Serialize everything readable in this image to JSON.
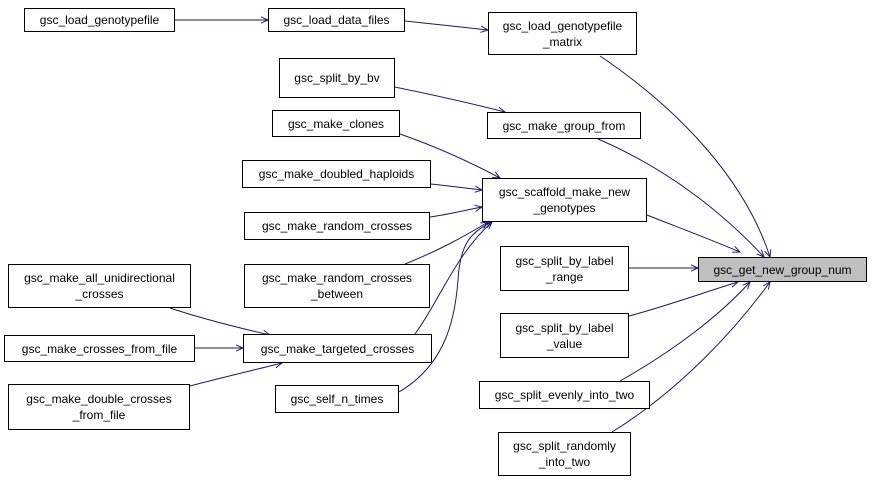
{
  "graph": {
    "edge_color": "#191970",
    "target_fill": "#bfbfbf",
    "nodes": {
      "get_new_group_num": "gsc_get_new_group_num",
      "load_genotypefile": "gsc_load_genotypefile",
      "load_data_files": "gsc_load_data_files",
      "load_genotypefile_matrix": "gsc_load_genotypefile\n_matrix",
      "split_by_bv": "gsc_split_by_bv",
      "make_group_from": "gsc_make_group_from",
      "make_clones": "gsc_make_clones",
      "make_doubled_haploids": "gsc_make_doubled_haploids",
      "make_random_crosses": "gsc_make_random_crosses",
      "scaffold_make_new_genotypes": "gsc_scaffold_make_new\n_genotypes",
      "make_random_crosses_between": "gsc_make_random_crosses\n_between",
      "make_all_unidirectional_crosses": "gsc_make_all_unidirectional\n_crosses",
      "make_crosses_from_file": "gsc_make_crosses_from_file",
      "make_targeted_crosses": "gsc_make_targeted_crosses",
      "make_double_crosses_from_file": "gsc_make_double_crosses\n_from_file",
      "self_n_times": "gsc_self_n_times",
      "split_by_label_range": "gsc_split_by_label\n_range",
      "split_by_label_value": "gsc_split_by_label\n_value",
      "split_evenly_into_two": "gsc_split_evenly_into_two",
      "split_randomly_into_two": "gsc_split_randomly\n_into_two"
    },
    "edges": [
      [
        "load_genotypefile",
        "load_data_files"
      ],
      [
        "load_data_files",
        "load_genotypefile_matrix"
      ],
      [
        "load_genotypefile_matrix",
        "get_new_group_num"
      ],
      [
        "split_by_bv",
        "make_group_from"
      ],
      [
        "make_group_from",
        "get_new_group_num"
      ],
      [
        "make_clones",
        "scaffold_make_new_genotypes"
      ],
      [
        "make_doubled_haploids",
        "scaffold_make_new_genotypes"
      ],
      [
        "make_random_crosses",
        "scaffold_make_new_genotypes"
      ],
      [
        "make_random_crosses_between",
        "scaffold_make_new_genotypes"
      ],
      [
        "make_targeted_crosses",
        "scaffold_make_new_genotypes"
      ],
      [
        "self_n_times",
        "scaffold_make_new_genotypes"
      ],
      [
        "scaffold_make_new_genotypes",
        "get_new_group_num"
      ],
      [
        "make_all_unidirectional_crosses",
        "make_targeted_crosses"
      ],
      [
        "make_crosses_from_file",
        "make_targeted_crosses"
      ],
      [
        "make_double_crosses_from_file",
        "make_targeted_crosses"
      ],
      [
        "split_by_label_range",
        "get_new_group_num"
      ],
      [
        "split_by_label_value",
        "get_new_group_num"
      ],
      [
        "split_evenly_into_two",
        "get_new_group_num"
      ],
      [
        "split_randomly_into_two",
        "get_new_group_num"
      ]
    ]
  }
}
